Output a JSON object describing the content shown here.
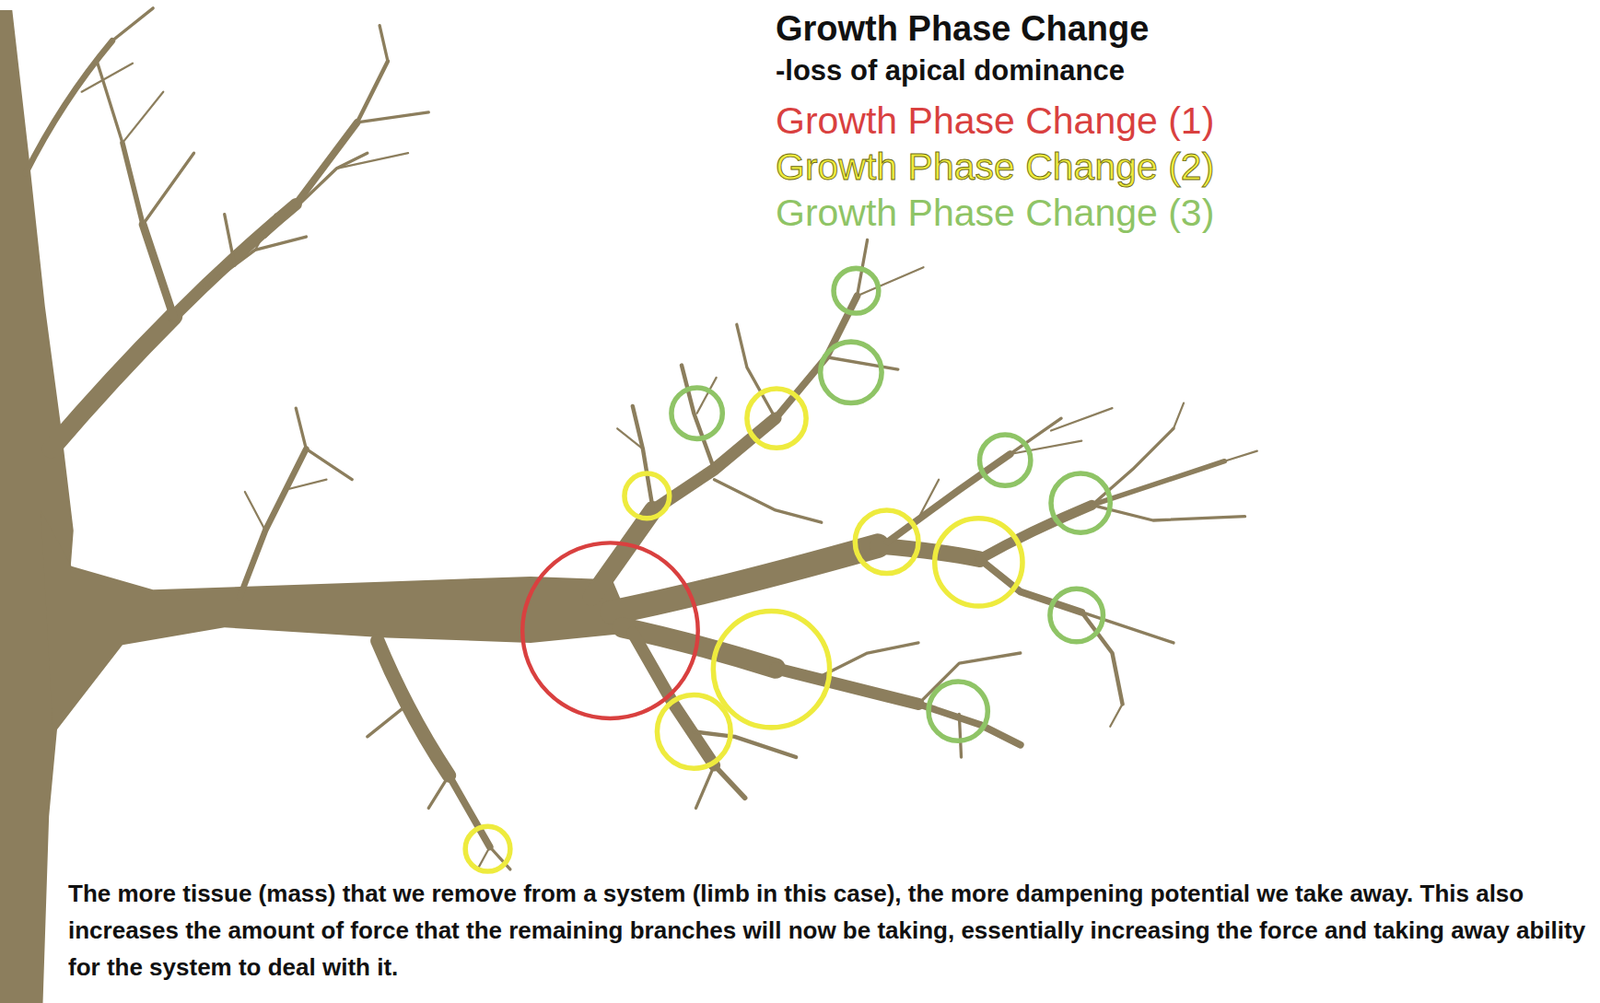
{
  "diagram": {
    "title": "Growth Phase Change",
    "caption": "The more tissue (mass) that we remove from a system (limb in this case), the more dampening potential we take away. This also increases the amount of force that the remaining branches will now be taking, essentially increasing the force and taking away ability for the system to deal with it.",
    "labels": [
      "-loss of apical dominance"
    ],
    "legend": [
      {
        "text": "Growth Phase Change (1)",
        "color": "#d9403f"
      },
      {
        "text": "Growth Phase Change (2)",
        "color": "#eeeb3e"
      },
      {
        "text": "Growth Phase Change (3)",
        "color": "#8fc466"
      }
    ]
  }
}
